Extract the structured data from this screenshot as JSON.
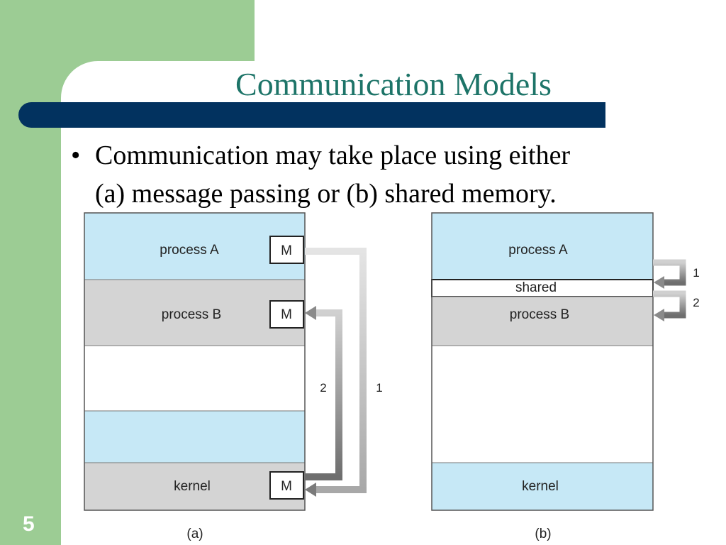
{
  "slide": {
    "title": "Communication Models",
    "bullet_line1": "Communication may take place using either",
    "bullet_line2": "(a) message passing or (b) shared memory.",
    "slide_number": "5"
  },
  "diagram_a": {
    "caption": "(a)",
    "process_a": "process A",
    "process_b": "process B",
    "kernel": "kernel",
    "message_label": "M",
    "arrow_1": "1",
    "arrow_2": "2"
  },
  "diagram_b": {
    "caption": "(b)",
    "process_a": "process A",
    "shared": "shared",
    "process_b": "process B",
    "kernel": "kernel",
    "arrow_1": "1",
    "arrow_2": "2"
  },
  "colors": {
    "green": "#9ccc94",
    "title_teal": "#1d7468",
    "title_bar_navy": "#02325f",
    "light_blue": "#c6e8f6",
    "gray": "#d4d4d4"
  }
}
